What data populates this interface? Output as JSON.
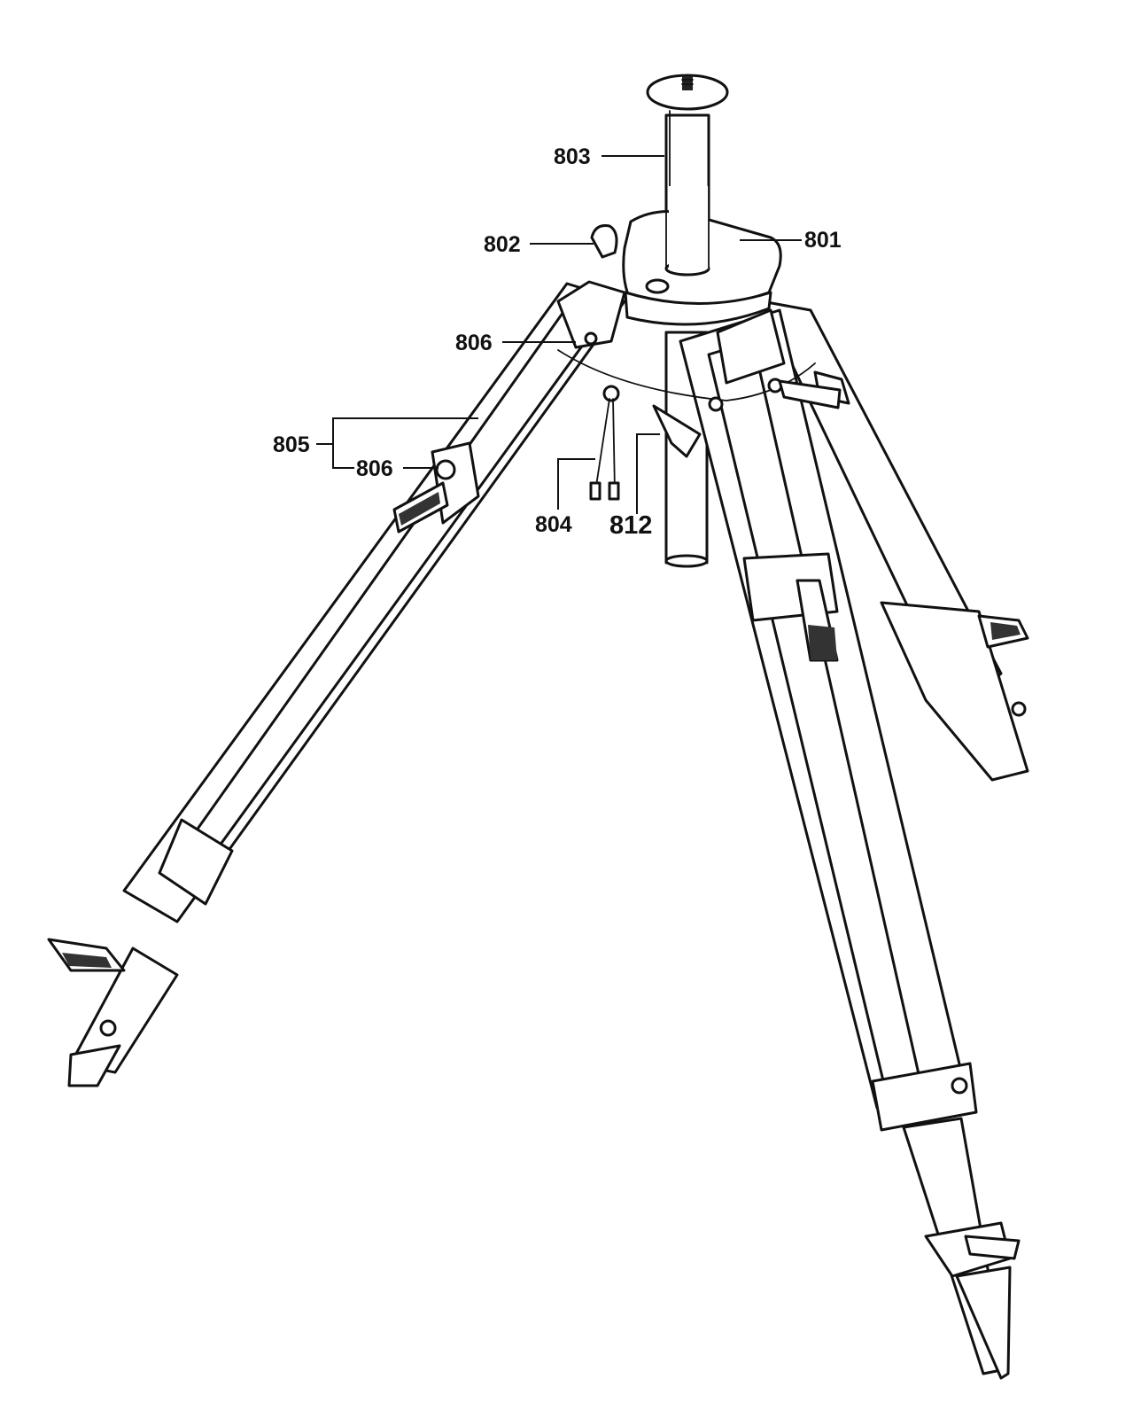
{
  "diagram": {
    "parts": [
      {
        "id": "801",
        "label": "801",
        "name": "tripod-head"
      },
      {
        "id": "802",
        "label": "802",
        "name": "head-clamp-lever"
      },
      {
        "id": "803",
        "label": "803",
        "name": "center-column"
      },
      {
        "id": "804",
        "label": "804",
        "name": "leg-strap-cord"
      },
      {
        "id": "805",
        "label": "805",
        "name": "tripod-leg"
      },
      {
        "id": "806a",
        "label": "806",
        "name": "leg-hinge-screw"
      },
      {
        "id": "806b",
        "label": "806",
        "name": "leg-clamp-screw"
      },
      {
        "id": "812",
        "label": "812",
        "name": "plumb-bob"
      }
    ]
  }
}
